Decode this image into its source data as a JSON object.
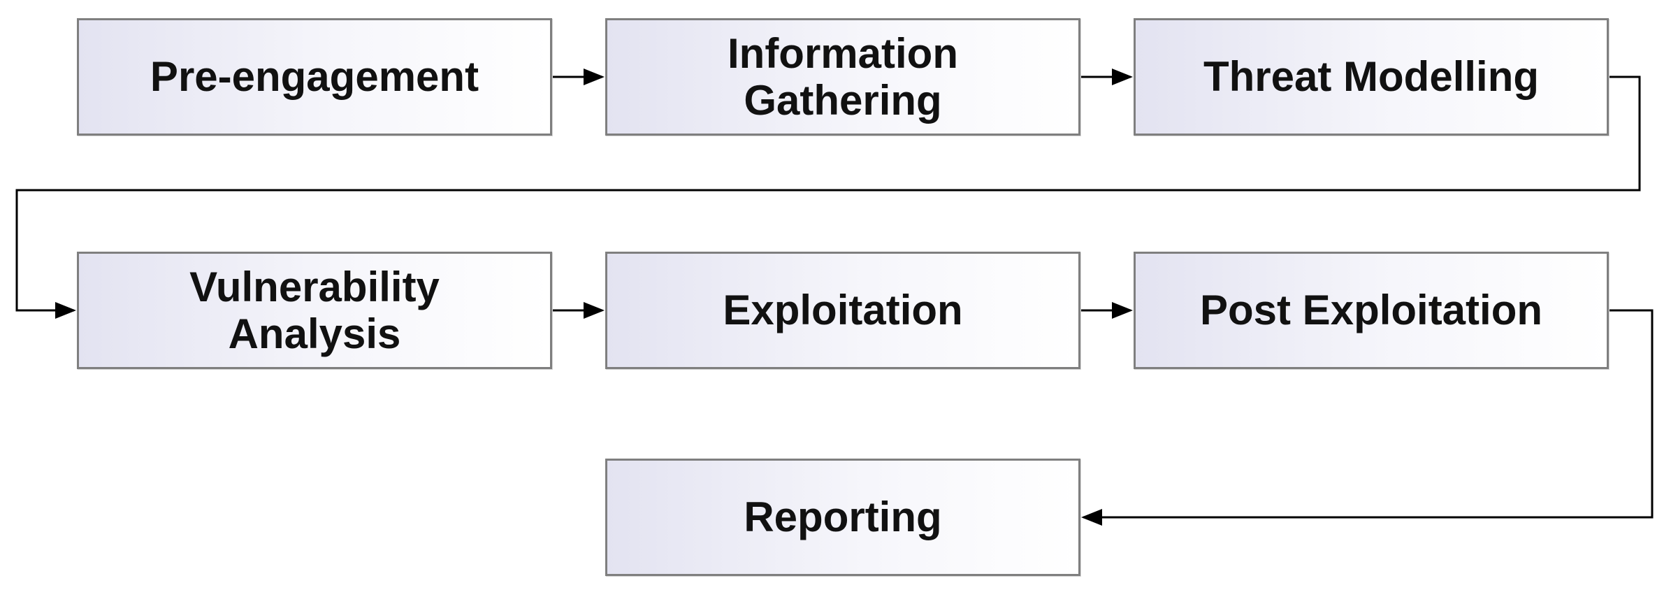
{
  "diagram": {
    "steps": [
      {
        "id": "pre-engagement",
        "label": "Pre-engagement"
      },
      {
        "id": "information-gathering",
        "label": "Information\nGathering"
      },
      {
        "id": "threat-modelling",
        "label": "Threat Modelling"
      },
      {
        "id": "vulnerability-analysis",
        "label": "Vulnerability\nAnalysis"
      },
      {
        "id": "exploitation",
        "label": "Exploitation"
      },
      {
        "id": "post-exploitation",
        "label": "Post Exploitation"
      },
      {
        "id": "reporting",
        "label": "Reporting"
      }
    ],
    "flow": [
      [
        "pre-engagement",
        "information-gathering"
      ],
      [
        "information-gathering",
        "threat-modelling"
      ],
      [
        "threat-modelling",
        "vulnerability-analysis"
      ],
      [
        "vulnerability-analysis",
        "exploitation"
      ],
      [
        "exploitation",
        "post-exploitation"
      ],
      [
        "post-exploitation",
        "reporting"
      ]
    ],
    "colors": {
      "box_border": "#7f7f7f",
      "box_fill_start": "#e3e3f1",
      "box_fill_end": "#ffffff",
      "text": "#111111",
      "connector": "#000000"
    }
  }
}
